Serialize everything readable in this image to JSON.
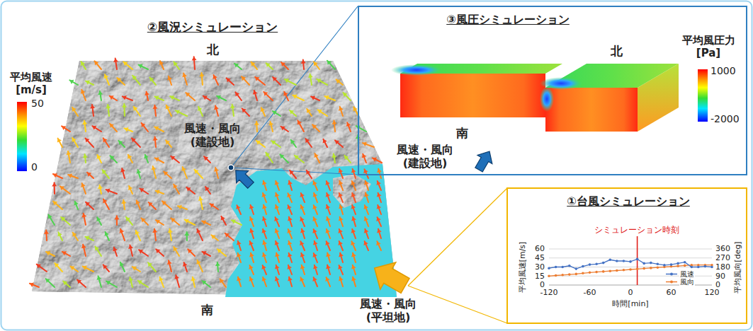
{
  "diagram": {
    "nodes": [
      {
        "text": [
          "③風圧シミュレーション"
        ]
      },
      {
        "text": [
          "①台風シミュレーション"
        ]
      }
    ],
    "labels": [
      "②風況シミュレーション",
      "北",
      "南",
      "平均風速 [m/s]",
      "50",
      "0",
      "風速・風向 (建設地)",
      "風速・風向 (平坦地)",
      "北",
      "南",
      "風速・風向 (建設地)",
      "平均風圧力 [Pa]",
      "1000",
      "-2000",
      "シミュレーション時刻",
      "平均風速[m/s]",
      "60",
      "45",
      "30",
      "15",
      "0",
      "平均風向[deg]",
      "360",
      "270",
      "180",
      "90",
      "0",
      "-120",
      "-60",
      "0",
      "60",
      "120",
      "時間[min]"
    ],
    "legend": [
      {
        "text": "風速"
      },
      {
        "text": "風向"
      }
    ]
  }
}
